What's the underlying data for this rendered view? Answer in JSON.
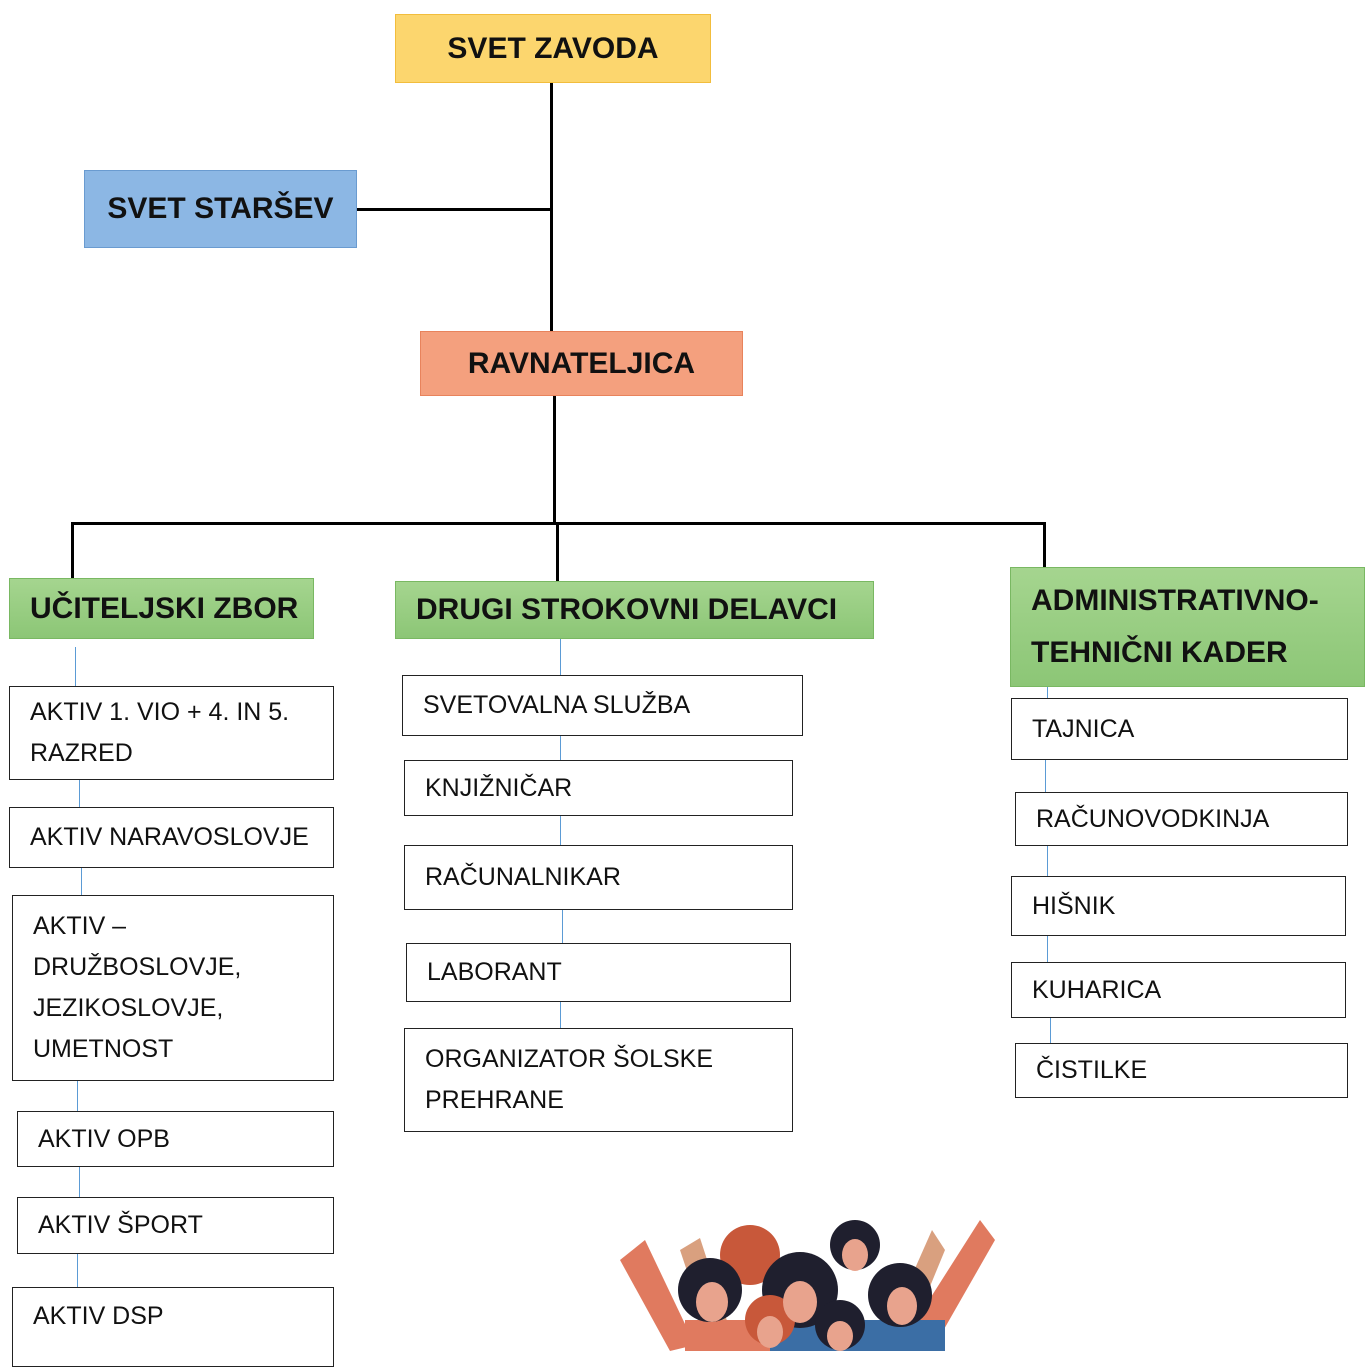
{
  "top": {
    "label": "SVET ZAVODA"
  },
  "parents": {
    "label": "SVET STARŠEV"
  },
  "head": {
    "label": "RAVNATELJICA"
  },
  "columns": [
    {
      "label": "UČITELJSKI ZBOR",
      "items": [
        "AKTIV 1. VIO + 4. IN 5. RAZRED",
        "AKTIV NARAVOSLOVJE",
        "AKTIV – DRUŽBOSLOVJE, JEZIKOSLOVJE, UMETNOST",
        "AKTIV OPB",
        "AKTIV ŠPORT",
        "AKTIV DSP"
      ]
    },
    {
      "label": "DRUGI STROKOVNI DELAVCI",
      "items": [
        "SVETOVALNA SLUŽBA",
        "KNJIŽNIČAR",
        "RAČUNALNIKAR",
        "LABORANT",
        "ORGANIZATOR ŠOLSKE PREHRANE"
      ]
    },
    {
      "label": "ADMINISTRATIVNO-TEHNIČNI KADER",
      "items": [
        "TAJNICA",
        "RAČUNOVODKINJA",
        "HIŠNIK",
        "KUHARICA",
        "ČISTILKE"
      ]
    }
  ]
}
